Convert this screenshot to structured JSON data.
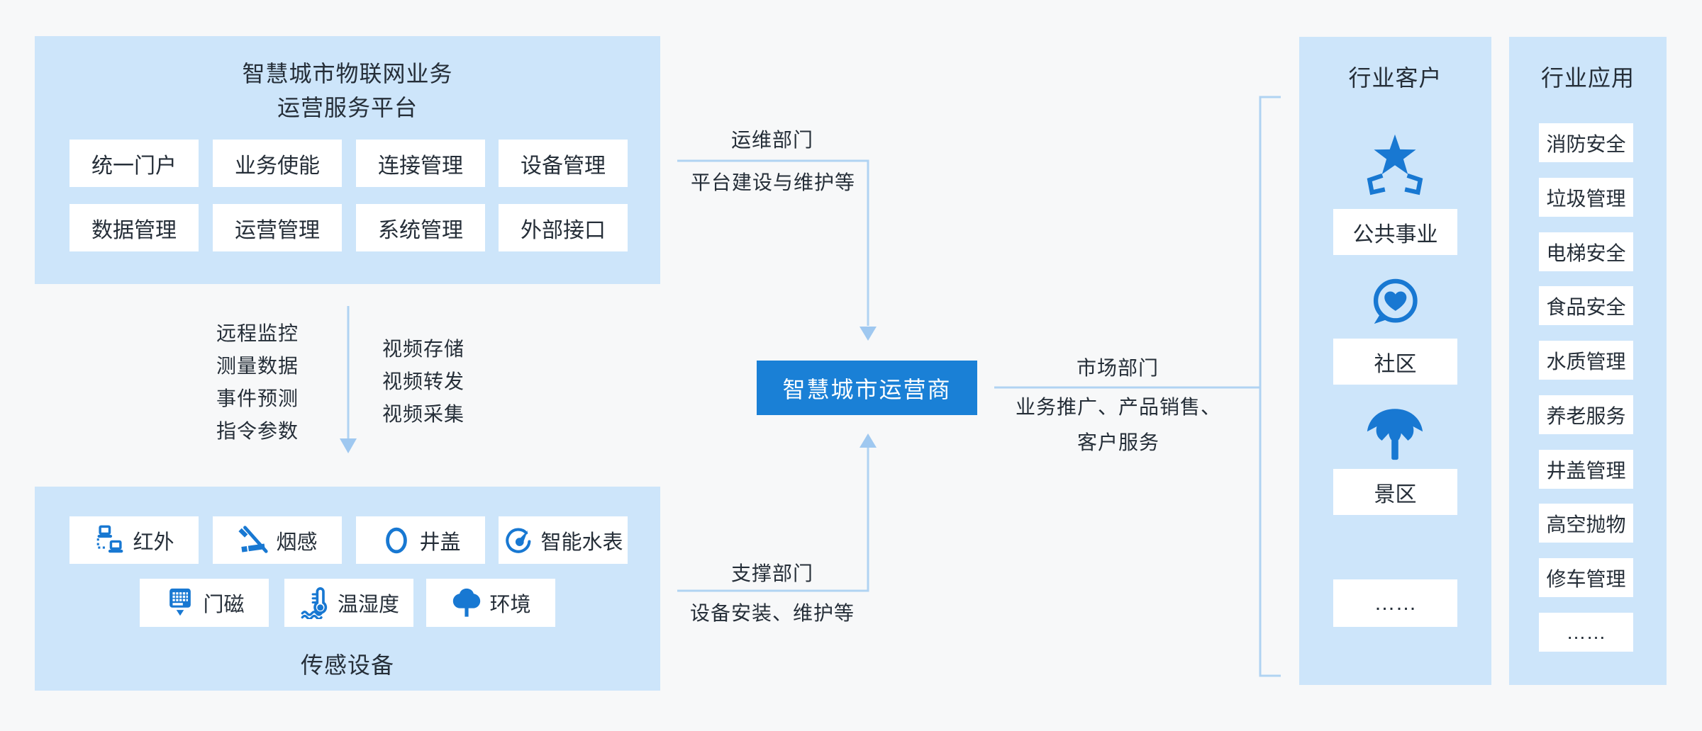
{
  "palette": {
    "background": "#f7f8f9",
    "panel_blue": "#cde5fa",
    "box_white": "#ffffff",
    "operator_blue": "#1a80d6",
    "icon_blue": "#1878d2",
    "connector_line": "#b0d3f2",
    "arrowhead": "#9fc8f0",
    "text_dark": "#252e38",
    "text_white": "#ffffff"
  },
  "platform_panel": {
    "title_line1": "智慧城市物联网业务",
    "title_line2": "运营服务平台",
    "modules": [
      "统一门户",
      "业务使能",
      "连接管理",
      "设备管理",
      "数据管理",
      "运营管理",
      "系统管理",
      "外部接口"
    ]
  },
  "data_flow": {
    "left_items": [
      "远程监控",
      "测量数据",
      "事件预测",
      "指令参数"
    ],
    "right_items": [
      "视频存储",
      "视频转发",
      "视频采集"
    ]
  },
  "sensor_panel": {
    "caption": "传感设备",
    "row1": [
      {
        "icon": "infrared-icon",
        "label": "红外"
      },
      {
        "icon": "smoke-sensor-icon",
        "label": "烟感"
      },
      {
        "icon": "manhole-cover-icon",
        "label": "井盖"
      },
      {
        "icon": "water-meter-icon",
        "label": "智能水表"
      }
    ],
    "row2": [
      {
        "icon": "door-magnet-icon",
        "label": "门磁"
      },
      {
        "icon": "temp-humidity-icon",
        "label": "温湿度"
      },
      {
        "icon": "environment-tree-icon",
        "label": "环境"
      }
    ]
  },
  "operator_box": {
    "label": "智慧城市运营商"
  },
  "connectors": {
    "ops": {
      "title": "运维部门",
      "desc": "平台建设与维护等"
    },
    "support": {
      "title": "支撑部门",
      "desc": "设备安装、维护等"
    },
    "market": {
      "title": "市场部门",
      "desc_line1": "业务推广、产品销售、",
      "desc_line2": "客户服务"
    }
  },
  "customers_panel": {
    "title": "行业客户",
    "items": [
      {
        "icon": "star-laurel-icon",
        "label": "公共事业"
      },
      {
        "icon": "heart-bubble-icon",
        "label": "社区"
      },
      {
        "icon": "scenic-tree-icon",
        "label": "景区"
      },
      {
        "icon": "",
        "label": "……"
      }
    ]
  },
  "applications_panel": {
    "title": "行业应用",
    "items": [
      "消防安全",
      "垃圾管理",
      "电梯安全",
      "食品安全",
      "水质管理",
      "养老服务",
      "井盖管理",
      "高空抛物",
      "修车管理",
      "……"
    ]
  }
}
